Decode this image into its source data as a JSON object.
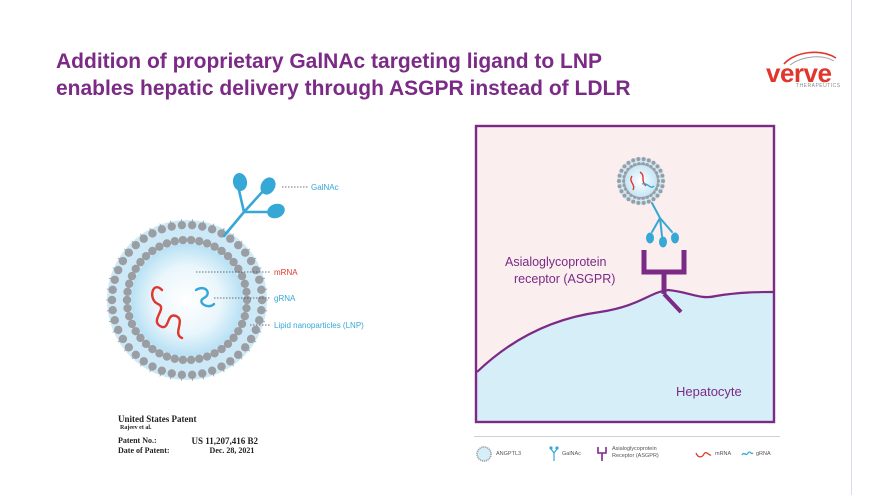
{
  "slide": {
    "title_line1": "Addition of proprietary GalNAc targeting ligand to LNP",
    "title_line2": "enables hepatic delivery through ASGPR instead of LDLR"
  },
  "logo": {
    "word": "verve",
    "sub": "THERAPEUTICS"
  },
  "lnp_diagram": {
    "galnac_label": "GalNAc",
    "mrna_label": "mRNA",
    "grna_label": "gRNA",
    "lnp_label": "Lipid nanoparticles (LNP)"
  },
  "patent": {
    "heading": "United States Patent",
    "author": "Rajeev et al.",
    "patent_no_label": "Patent No.:",
    "patent_no_value": "US 11,207,416 B2",
    "date_label": "Date of Patent:",
    "date_value": "Dec. 28, 2021"
  },
  "cell_diagram": {
    "receptor_label_line1": "Asialoglycoprotein",
    "receptor_label_line2": "receptor (ASGPR)",
    "cell_label": "Hepatocyte"
  },
  "legend": {
    "items": [
      {
        "label": "ANGPTL3"
      },
      {
        "label": "GalNAc"
      },
      {
        "label_line1": "Asialoglycoprotein",
        "label_line2": "Receptor (ASGPR)"
      },
      {
        "label": "mRNA"
      },
      {
        "label": "gRNA"
      }
    ]
  },
  "colors": {
    "title": "#7b2a86",
    "frame": "#7b2a86",
    "lipid_heads": "#9a9ea3",
    "galnac": "#36a8d6",
    "mrna": "#e0362c",
    "grna": "#36a8d6",
    "hepatocyte_fill": "#d6eef8",
    "panel_fill": "#fbeeee"
  }
}
